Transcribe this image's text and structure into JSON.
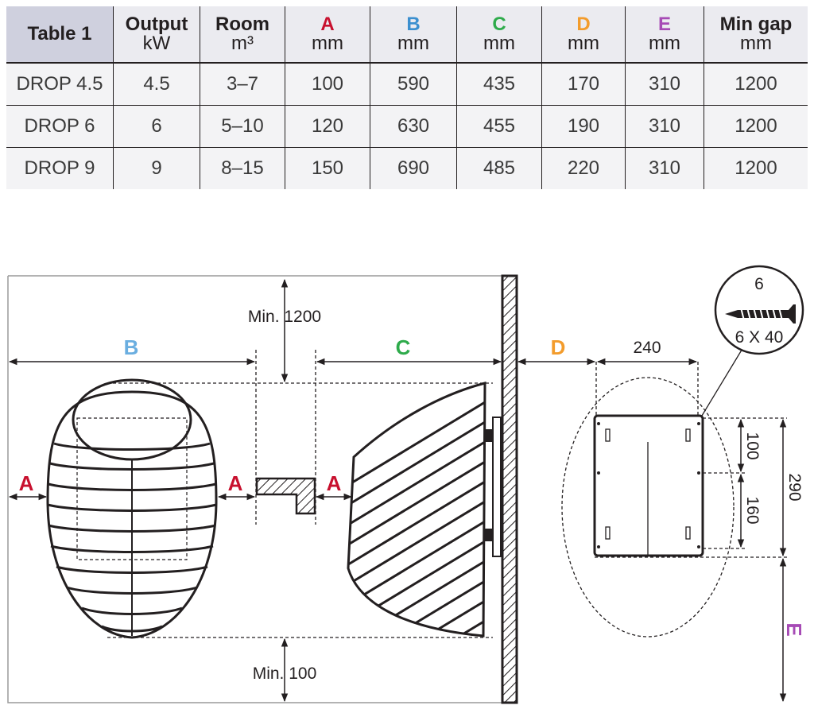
{
  "table": {
    "title": "Table 1",
    "columns": [
      {
        "name": "Output",
        "unit": "kW",
        "color": "#231f20"
      },
      {
        "name": "Room",
        "unit": "m³",
        "color": "#231f20"
      },
      {
        "name": "A",
        "unit": "mm",
        "color": "#c8102e"
      },
      {
        "name": "B",
        "unit": "mm",
        "color": "#3b8fcf"
      },
      {
        "name": "C",
        "unit": "mm",
        "color": "#2eab4b"
      },
      {
        "name": "D",
        "unit": "mm",
        "color": "#f39c2c"
      },
      {
        "name": "E",
        "unit": "mm",
        "color": "#a64ab5"
      },
      {
        "name": "Min gap",
        "unit": "mm",
        "color": "#231f20"
      }
    ],
    "rows": [
      {
        "model": "DROP 4.5",
        "values": [
          "4.5",
          "3–7",
          "100",
          "590",
          "435",
          "170",
          "310",
          "1200"
        ]
      },
      {
        "model": "DROP 6",
        "values": [
          "6",
          "5–10",
          "120",
          "630",
          "455",
          "190",
          "310",
          "1200"
        ]
      },
      {
        "model": "DROP 9",
        "values": [
          "9",
          "8–15",
          "150",
          "690",
          "485",
          "220",
          "310",
          "1200"
        ]
      }
    ]
  },
  "diagram": {
    "label_a": "A",
    "label_b": "B",
    "label_c": "C",
    "label_d": "D",
    "label_e": "E",
    "min_top": "Min. 1200",
    "min_bottom": "Min. 100",
    "bracket_width": "240",
    "bracket_height": "290",
    "hole_top": "100",
    "hole_spacing": "160",
    "screw_diameter": "6",
    "screw_size": "6 X 40",
    "colors": {
      "a": "#c8102e",
      "b": "#6aaee0",
      "c": "#2eab4b",
      "d": "#f39c2c",
      "e": "#a64ab5",
      "line": "#231f20"
    }
  }
}
